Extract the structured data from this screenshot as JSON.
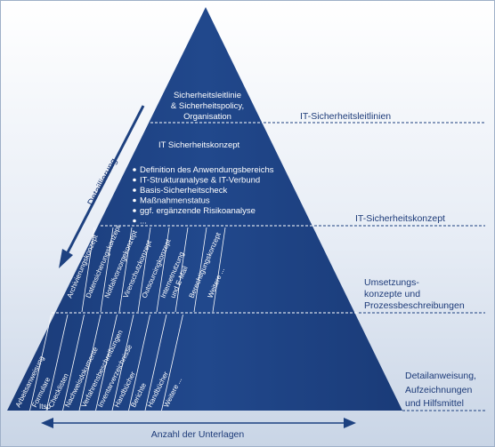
{
  "pyramid": {
    "apex_text": [
      "Sicherheitsleitlinie",
      "& Sicherheitspolicy,",
      "Organisation"
    ],
    "concept_title": "IT Sicherheitskonzept",
    "concept_bullets": [
      "Definition des Anwendungsbereichs",
      "IT-Strukturanalyse & IT-Verbund",
      "Basis-Sicherheitscheck",
      "Maßnahmenstatus",
      "ggf. ergänzende Risikoanalyse",
      "..."
    ],
    "band3_items": [
      "Archivierungskonzept",
      "Datensicherungskonzept",
      "Notfallvorsorgekonzept",
      "Virenschutzkonzept",
      "Outsourcingkonzept",
      "Internetnutzung",
      "und E-Mail",
      "Berechtigungskonzept",
      "Weitere ..."
    ],
    "band4_items": [
      "Arbeitsanweisung",
      "Formulare",
      "Checklisten",
      "Nachweisdokumente",
      "Verfahrensbeschreibungen",
      "Inventarverzeichnisse",
      "Handbücher",
      "Berichte",
      "Handbücher",
      "Weitere ..."
    ],
    "corner_text": "Itsp"
  },
  "labels": {
    "level1": [
      "IT-Sicherheitsleitlinien"
    ],
    "level2": [
      "IT-Sicherheitskonzept"
    ],
    "level3": [
      "Umsetzungs-",
      "konzepte und",
      "Prozessbeschreibungen"
    ],
    "level4": [
      "Detailanweisung,",
      "Aufzeichnungen",
      "und Hilfsmittel"
    ]
  },
  "arrows": {
    "detail_label": "Detaillierung",
    "count_label": "Anzahl der Unterlagen"
  },
  "colors": {
    "pyramid": "#1d4180",
    "pyramid_dark": "#152f60",
    "label_text": "#1c3a78",
    "background_top": "#ffffff",
    "background_bottom": "#c9d5e6"
  }
}
